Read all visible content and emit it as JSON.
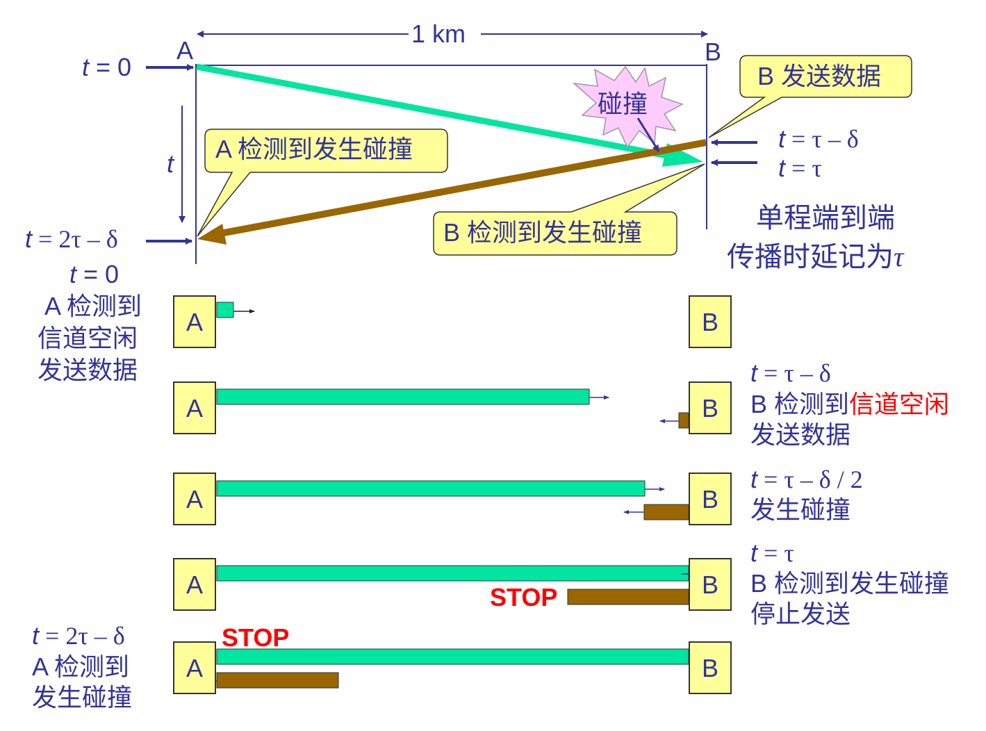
{
  "distance_label": "1 km",
  "top_node_a": "A",
  "top_node_b": "B",
  "callouts": {
    "b_sends": "B 发送数据",
    "collision": "碰撞",
    "a_detects": "A 检测到发生碰撞",
    "b_detects": "B 检测到发生碰撞"
  },
  "times": {
    "t0_top": {
      "var": "t",
      "rest": " = 0"
    },
    "t_axis": "t",
    "t_2tau_delta_top": {
      "var": "t",
      "rest": " = 2τ – δ"
    },
    "t_tau_minus_delta_top": {
      "var": "t",
      "rest": " = τ – δ"
    },
    "t_tau_top": {
      "var": "t",
      "rest": " = τ"
    }
  },
  "one_way_note": {
    "line1": "单程端到端",
    "line2": "传播时延记为",
    "tau": "τ"
  },
  "rows": [
    {
      "node_a": "A",
      "node_b": "B",
      "left_text": {
        "t_var": "t",
        "t_rest": " = 0",
        "line1": "A 检测到",
        "line2": "信道空闲",
        "line3": "发送数据"
      }
    },
    {
      "node_a": "A",
      "node_b": "B",
      "right_text": {
        "t_var": "t",
        "t_rest": " = τ – δ",
        "line1_prefix": "B 检测到",
        "line1_red": "信道空闲",
        "line2": "发送数据"
      }
    },
    {
      "node_a": "A",
      "node_b": "B",
      "right_text": {
        "t_var": "t",
        "t_rest": " = τ – δ / 2",
        "line1": "发生碰撞"
      }
    },
    {
      "node_a": "A",
      "node_b": "B",
      "stop": "STOP",
      "right_text": {
        "t_var": "t",
        "t_rest": " = τ",
        "line1": "B 检测到发生碰撞",
        "line2": "停止发送"
      }
    },
    {
      "node_a": "A",
      "node_b": "B",
      "stop": "STOP",
      "left_text": {
        "t_var": "t",
        "t_rest": " = 2τ – δ",
        "line1": "A 检测到",
        "line2": "发生碰撞"
      }
    }
  ],
  "colors": {
    "text": "#333399",
    "a_signal": "#00e5a0",
    "b_signal": "#996600",
    "callout_fill": "#ffff99",
    "burst_fill": "#ffccff",
    "stop": "#ff0000"
  }
}
